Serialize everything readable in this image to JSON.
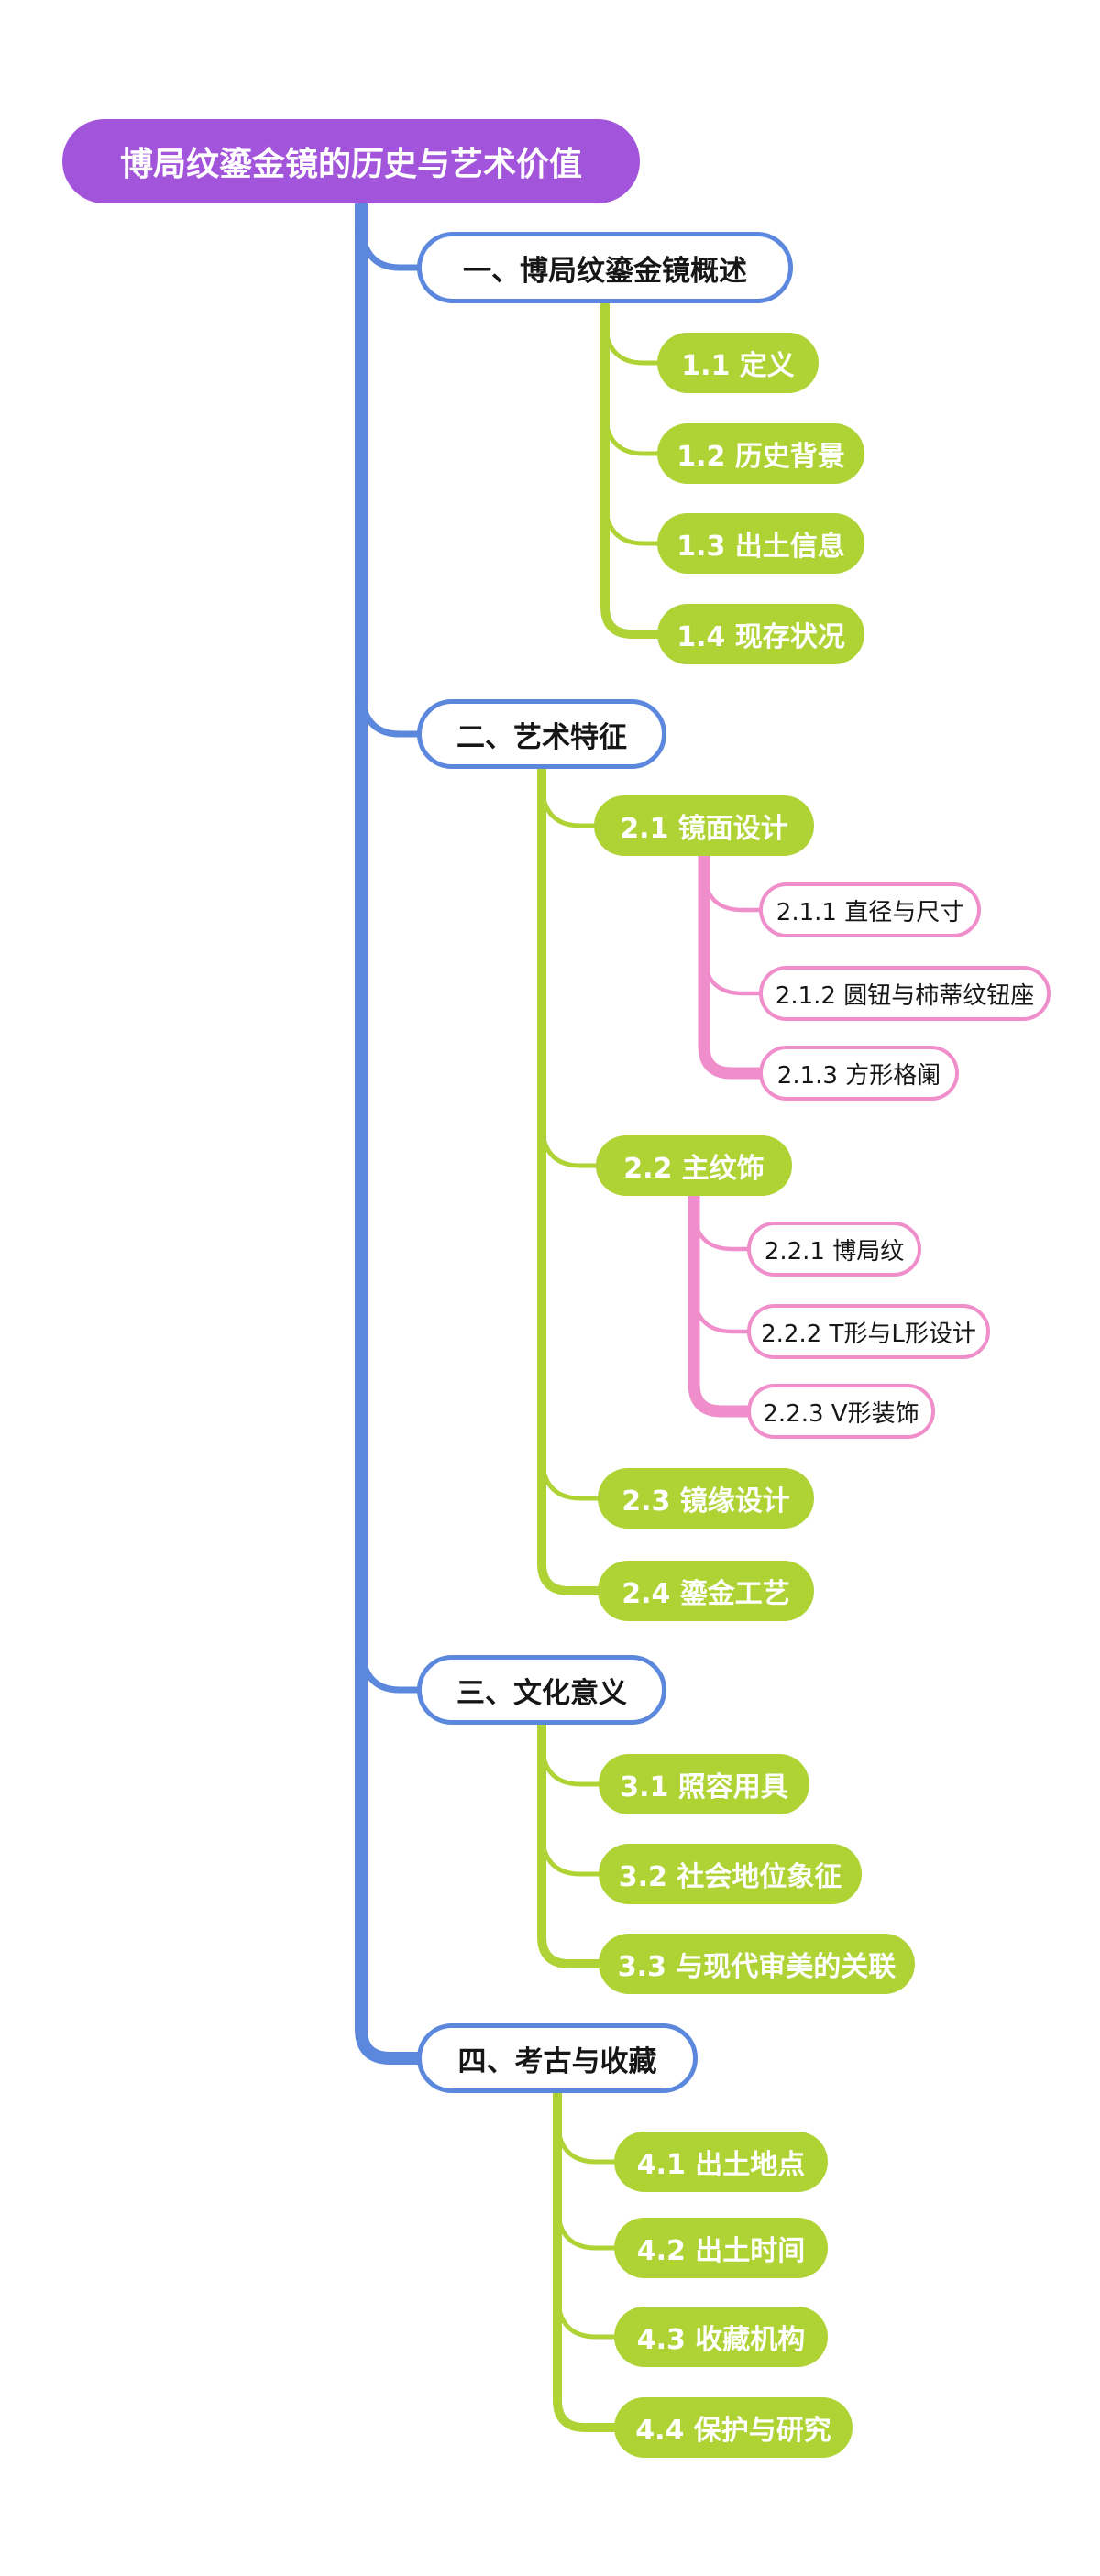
{
  "colors": {
    "root_fill": "#A254DA",
    "branch_line": "#5B87DC",
    "topic_fill": "#AFD335",
    "subtopic_line": "#EF8ECB",
    "root_text": "#FFFFFF",
    "topic_text": "#FFFFFF",
    "node_text": "#161616",
    "background": "#FFFFFF"
  },
  "mindmap": {
    "root": {
      "label": "博局纹鎏金镜的历史与艺术价值"
    },
    "branches": [
      {
        "label": "一、博局纹鎏金镜概述",
        "children": [
          {
            "label": "1.1 定义"
          },
          {
            "label": "1.2 历史背景"
          },
          {
            "label": "1.3 出土信息"
          },
          {
            "label": "1.4 现存状况"
          }
        ]
      },
      {
        "label": "二、艺术特征",
        "children": [
          {
            "label": "2.1 镜面设计",
            "children": [
              {
                "label": "2.1.1 直径与尺寸"
              },
              {
                "label": "2.1.2 圆钮与柿蒂纹钮座"
              },
              {
                "label": "2.1.3 方形格阑"
              }
            ]
          },
          {
            "label": "2.2 主纹饰",
            "children": [
              {
                "label": "2.2.1 博局纹"
              },
              {
                "label": "2.2.2 T形与L形设计"
              },
              {
                "label": "2.2.3 V形装饰"
              }
            ]
          },
          {
            "label": "2.3 镜缘设计"
          },
          {
            "label": "2.4 鎏金工艺"
          }
        ]
      },
      {
        "label": "三、文化意义",
        "children": [
          {
            "label": "3.1 照容用具"
          },
          {
            "label": "3.2 社会地位象征"
          },
          {
            "label": "3.3 与现代审美的关联"
          }
        ]
      },
      {
        "label": "四、考古与收藏",
        "children": [
          {
            "label": "4.1 出土地点"
          },
          {
            "label": "4.2 出土时间"
          },
          {
            "label": "4.3 收藏机构"
          },
          {
            "label": "4.4 保护与研究"
          }
        ]
      }
    ]
  }
}
